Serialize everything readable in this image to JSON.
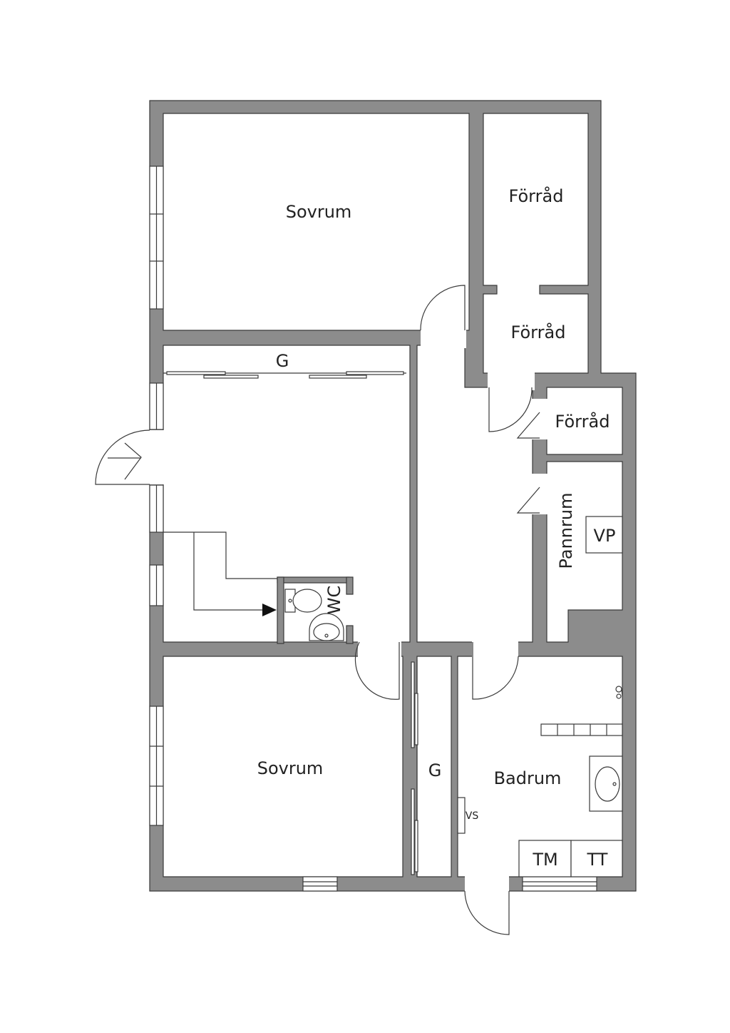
{
  "rooms": {
    "sovrum_top": "Sovrum",
    "forrad_1": "Förråd",
    "forrad_2": "Förråd",
    "forrad_3": "Förråd",
    "pannrum": "Pannrum",
    "sovrum_bottom": "Sovrum",
    "badrum": "Badrum"
  },
  "fixtures": {
    "wardrobe_top": "G",
    "wardrobe_bottom": "G",
    "wc": "WC",
    "vp": "VP",
    "vs": "VS",
    "tm": "TM",
    "tt": "TT"
  },
  "colors": {
    "wall": "#8c8c8c",
    "line": "#3a3a3a",
    "background": "#ffffff"
  }
}
